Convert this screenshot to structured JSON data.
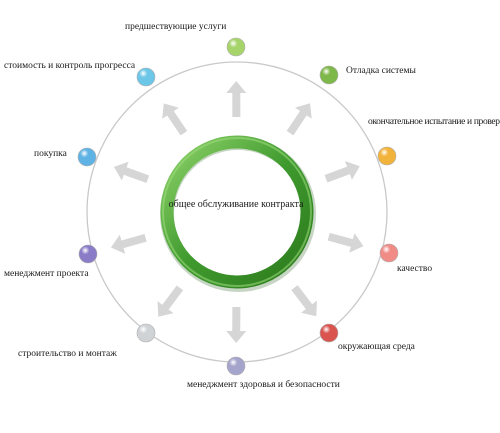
{
  "center": {
    "label": "общее обслуживание контракта",
    "ring_color": "#3f9a2e"
  },
  "outer_ring_color": "#c9c9c9",
  "arrow_color": "#d6d6d6",
  "nodes": [
    {
      "label": "предшествующие услуги",
      "color": "#a6d46b"
    },
    {
      "label": "Отладка системы",
      "color": "#7fb84a"
    },
    {
      "label": "окончательное испытание и проверка",
      "color": "#f2b33a"
    },
    {
      "label": "качество",
      "color": "#f08b86"
    },
    {
      "label": "окружающая среда",
      "color": "#d9534f"
    },
    {
      "label": "менеджмент здоровья и безопасности",
      "color": "#a4a4cc"
    },
    {
      "label": "строительство и монтаж",
      "color": "#cfd3d6"
    },
    {
      "label": "менеджмент  проекта",
      "color": "#8a7cc7"
    },
    {
      "label": "покупка",
      "color": "#5fb2e4"
    },
    {
      "label": "стоимость и контроль прогресса",
      "color": "#6cc6e8"
    }
  ]
}
